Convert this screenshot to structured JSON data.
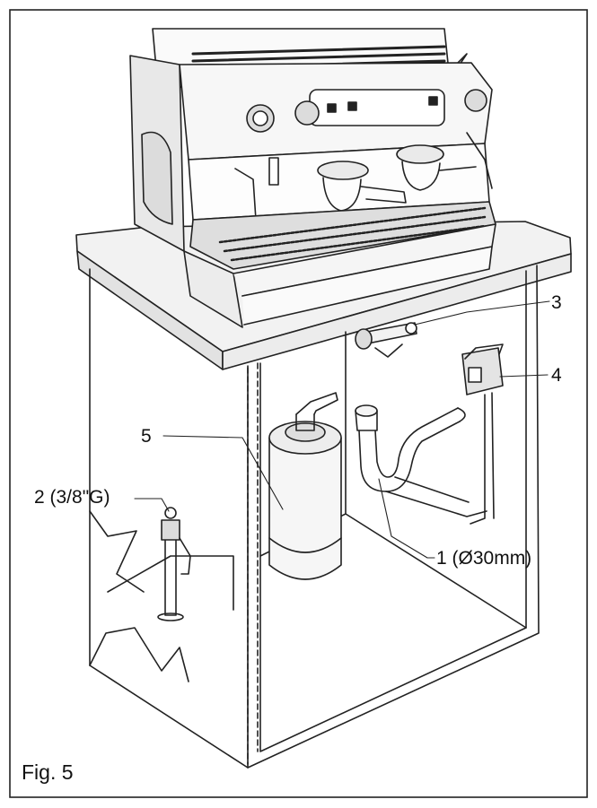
{
  "figure": {
    "caption": "Fig. 5",
    "callouts": [
      {
        "id": "1",
        "label": "1 (Ø30mm)"
      },
      {
        "id": "2",
        "label": "2 (3/8\"G)"
      },
      {
        "id": "3",
        "label": "3"
      },
      {
        "id": "4",
        "label": "4"
      },
      {
        "id": "5",
        "label": "5"
      }
    ]
  }
}
